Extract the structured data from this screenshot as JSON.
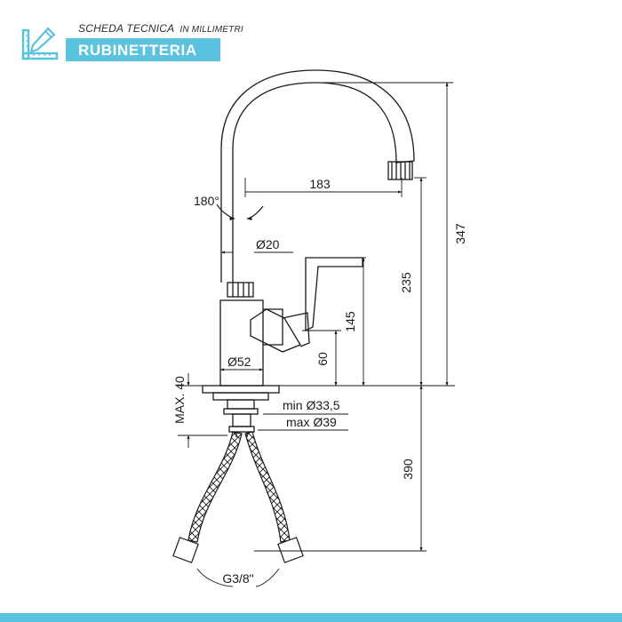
{
  "header": {
    "doc_type": "SCHEDA TECNICA",
    "unit_note": "IN MILLIMETRI",
    "category": "RUBINETTERIA",
    "logo_icon": "ruler-pencil-icon"
  },
  "dimensions": {
    "height_total": "347",
    "height_to_spout": "235",
    "height_lever": "145",
    "height_body": "60",
    "spout_reach": "183",
    "rotation": "180°",
    "spout_diameter": "Ø20",
    "body_diameter": "Ø52",
    "max_deck": "MAX. 40",
    "hole_min": "min Ø33,5",
    "hole_max": "max Ø39",
    "hose_length": "390",
    "connection": "G3/8\""
  },
  "colors": {
    "accent": "#5bc3df",
    "line": "#1a1a1a"
  }
}
